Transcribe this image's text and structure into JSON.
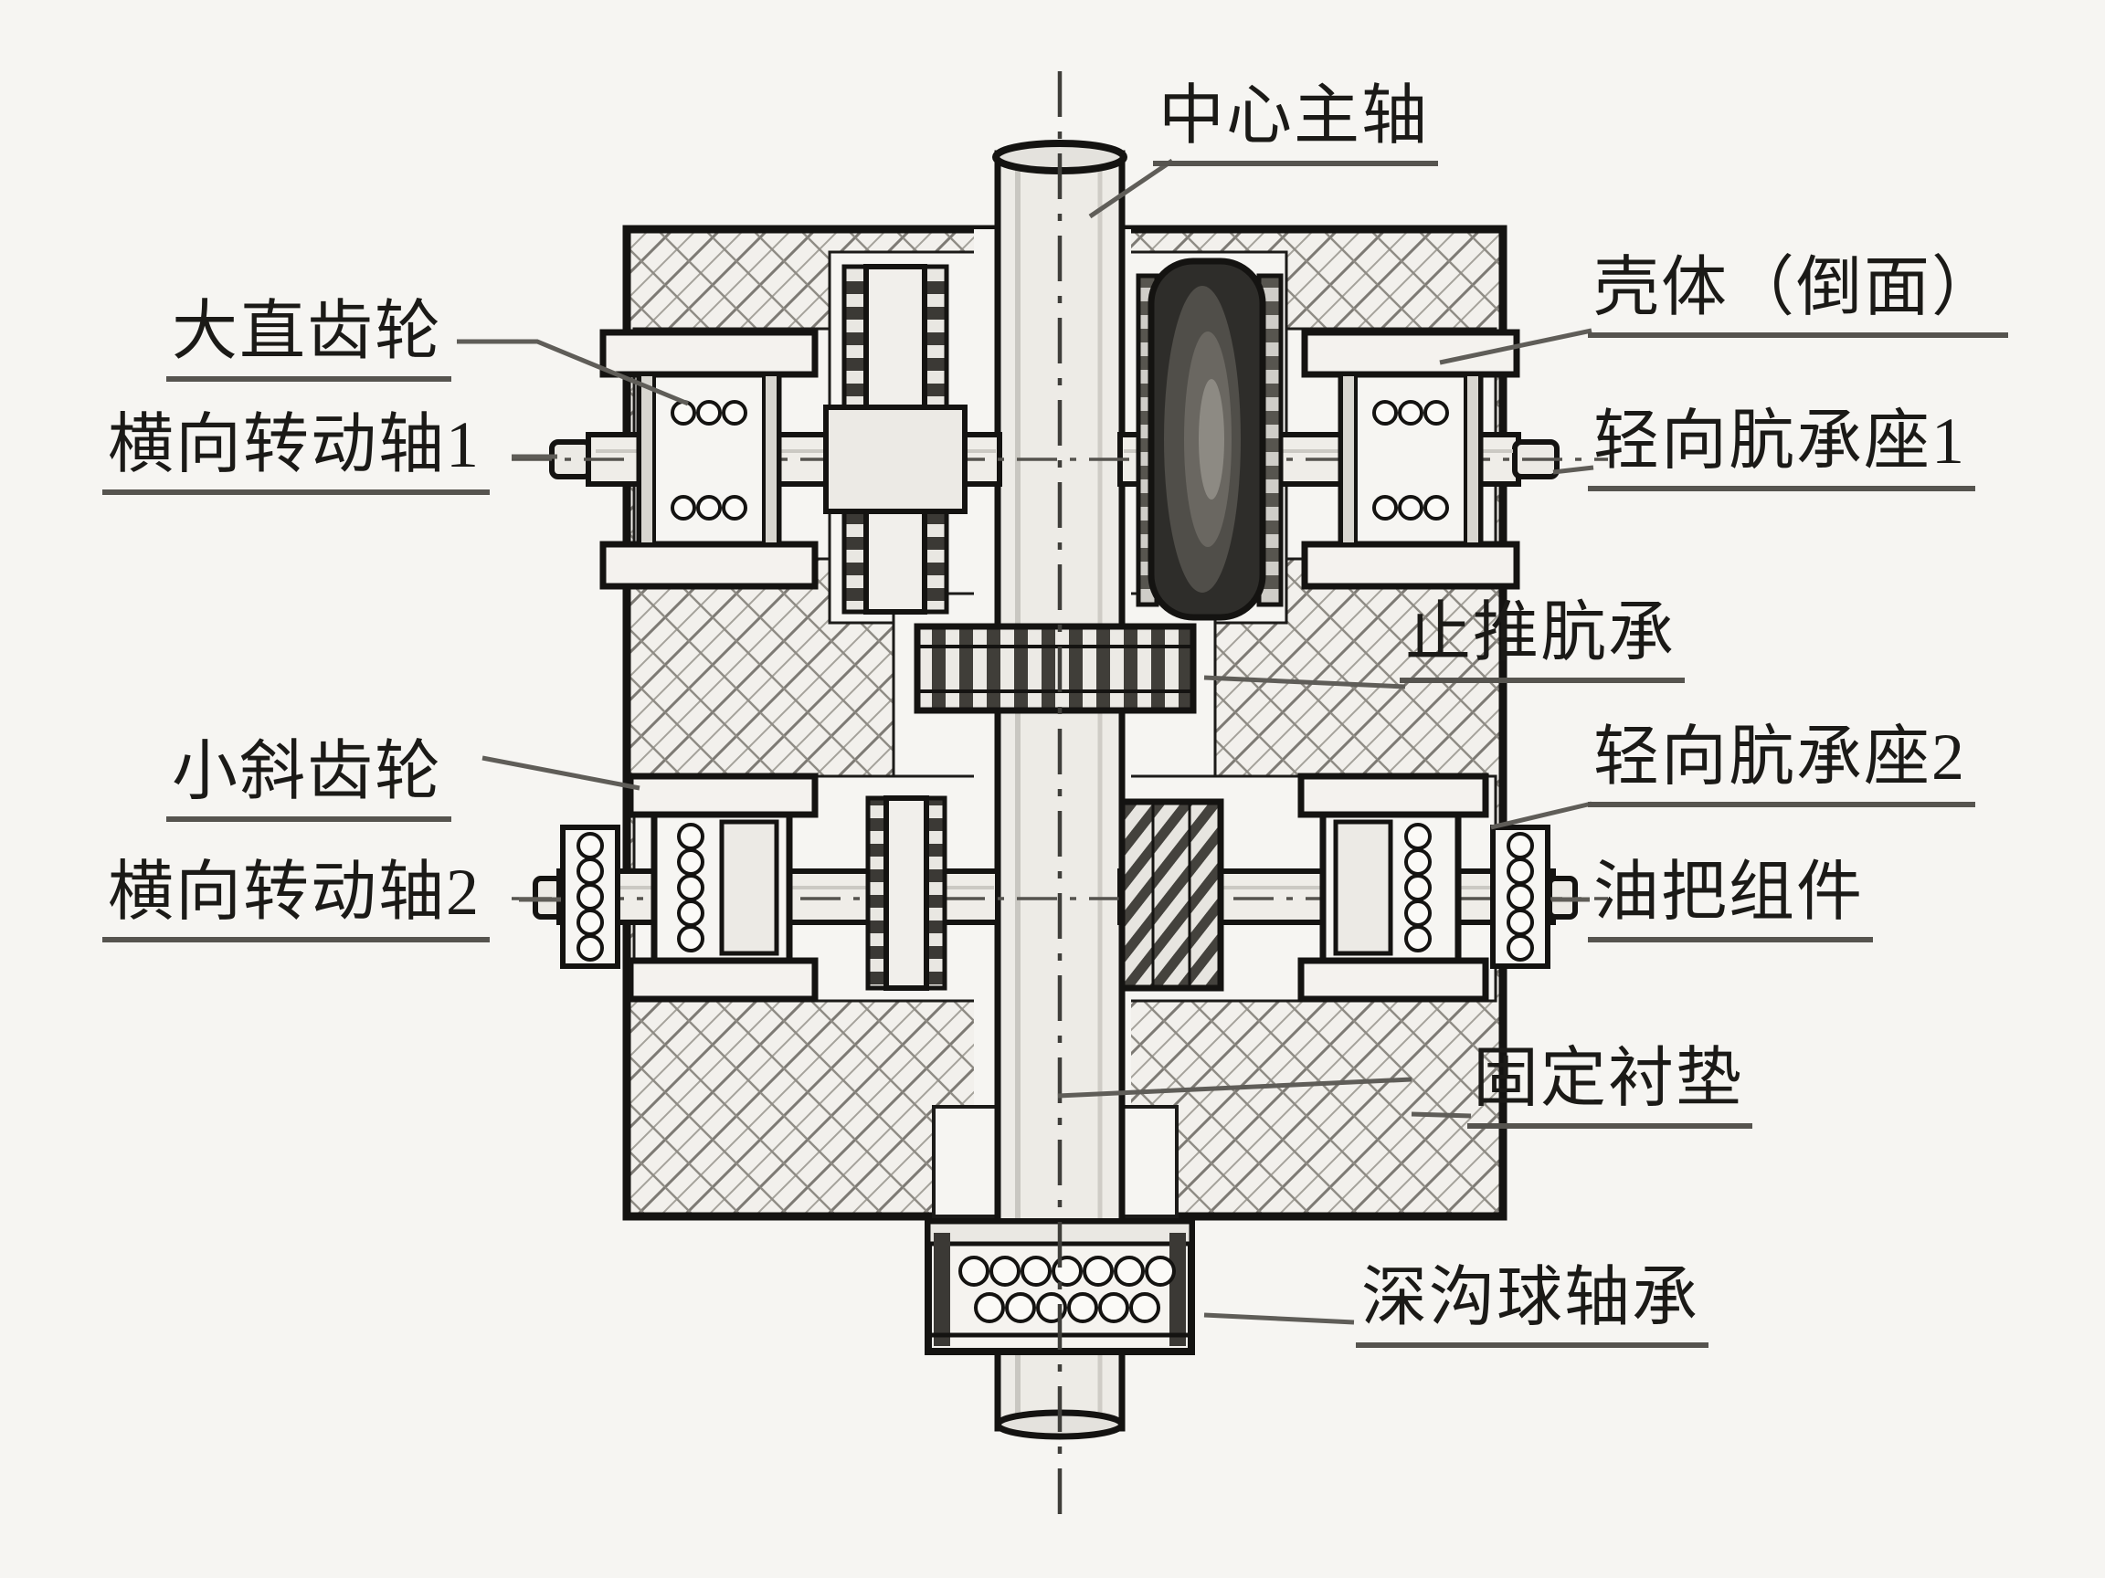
{
  "page": {
    "background": "#f6f5f2"
  },
  "diagram": {
    "type": "mechanical-cross-section",
    "subject": "gearbox assembly sectional drawing",
    "line_color": "#1c1b19",
    "leader_color": "#5f5d58",
    "hatch_color": "#8a8780",
    "dark_gear_color": "#2e2d2a",
    "labels": [
      {
        "id": "center-main-shaft",
        "text": "中心主轴"
      },
      {
        "id": "housing-section",
        "text": "壳体（倒面）"
      },
      {
        "id": "large-spur-gear",
        "text": "大直齿轮"
      },
      {
        "id": "transverse-shaft-1",
        "text": "横向转动轴1"
      },
      {
        "id": "radial-bearing-seat-1",
        "text": "轻向肮承座1"
      },
      {
        "id": "thrust-bearing",
        "text": "止推肮承"
      },
      {
        "id": "small-helical-gear",
        "text": "小斜齿轮"
      },
      {
        "id": "radial-bearing-seat-2",
        "text": "轻向肮承座2"
      },
      {
        "id": "transverse-shaft-2",
        "text": "横向转动轴2"
      },
      {
        "id": "oil-seal-assembly",
        "text": "油把组件"
      },
      {
        "id": "fixing-pad",
        "text": "固定衬垫"
      },
      {
        "id": "deep-groove-ball-bearing",
        "text": "深沟球轴承"
      }
    ]
  }
}
